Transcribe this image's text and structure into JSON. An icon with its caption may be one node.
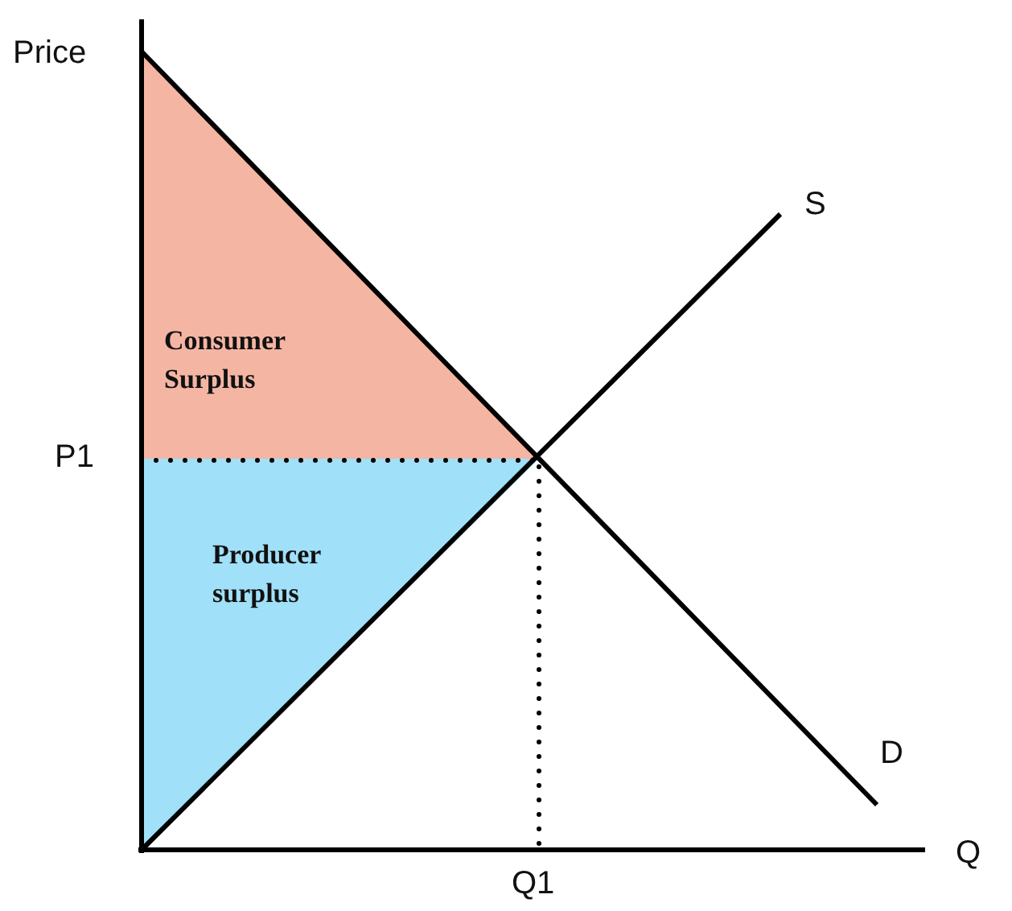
{
  "diagram": {
    "nodes": [
      {
        "text": [
          "Consumer Surplus"
        ]
      },
      {
        "text": [
          "Producer surplus"
        ]
      }
    ],
    "labels": [
      "Price",
      "S",
      "P1",
      "D",
      "Q1",
      "Q"
    ]
  }
}
